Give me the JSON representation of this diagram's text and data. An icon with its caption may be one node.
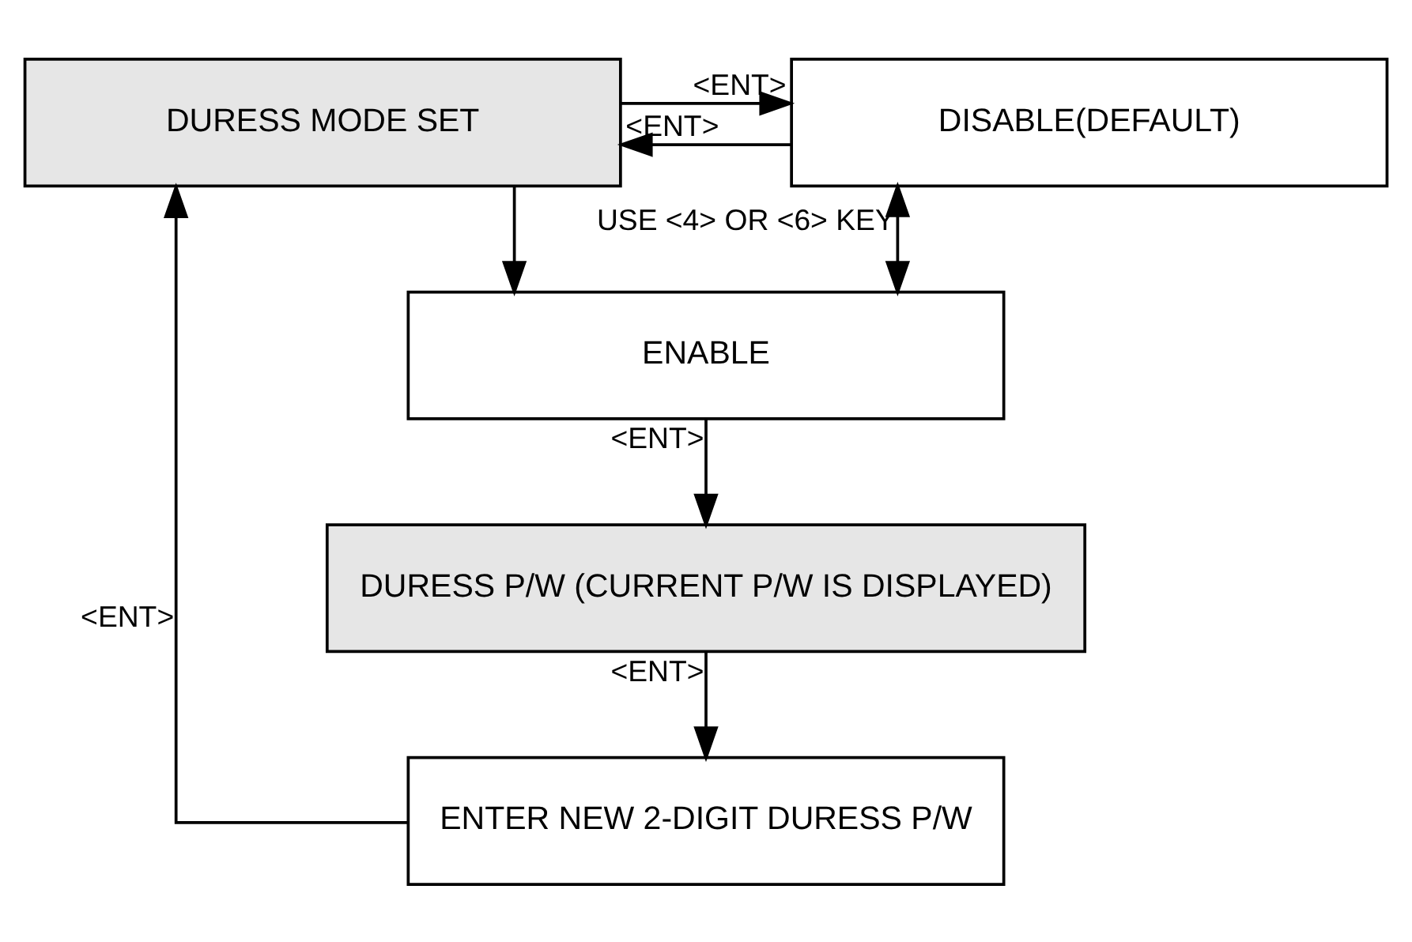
{
  "diagram": {
    "nodes": [
      {
        "text": [
          "DURESS MODE SET"
        ]
      },
      {
        "text": [
          "DISABLE(DEFAULT)"
        ]
      },
      {
        "text": [
          "ENABLE"
        ]
      },
      {
        "text": [
          "DURESS P/W (CURRENT P/W IS DISPLAYED)"
        ]
      },
      {
        "text": [
          "ENTER NEW 2-DIGIT DURESS P/W"
        ]
      }
    ],
    "edges": [
      {
        "from": 1,
        "to": 0,
        "arrow": "to",
        "label": "<ENT>"
      },
      {
        "from": 0,
        "to": 1,
        "arrow": "to",
        "label": "<ENT>"
      },
      {
        "from": 0,
        "to": 2,
        "arrow": "to"
      },
      {
        "from": 1,
        "to": 2,
        "arrow": "both",
        "label": "USE <4> OR <6> KEY"
      },
      {
        "from": 2,
        "to": 3,
        "arrow": "to",
        "label": "<ENT>"
      },
      {
        "from": 3,
        "to": 4,
        "arrow": "to",
        "label": "<ENT>"
      },
      {
        "from": 4,
        "to": 0,
        "arrow": "to",
        "label": "<ENT>"
      }
    ]
  }
}
